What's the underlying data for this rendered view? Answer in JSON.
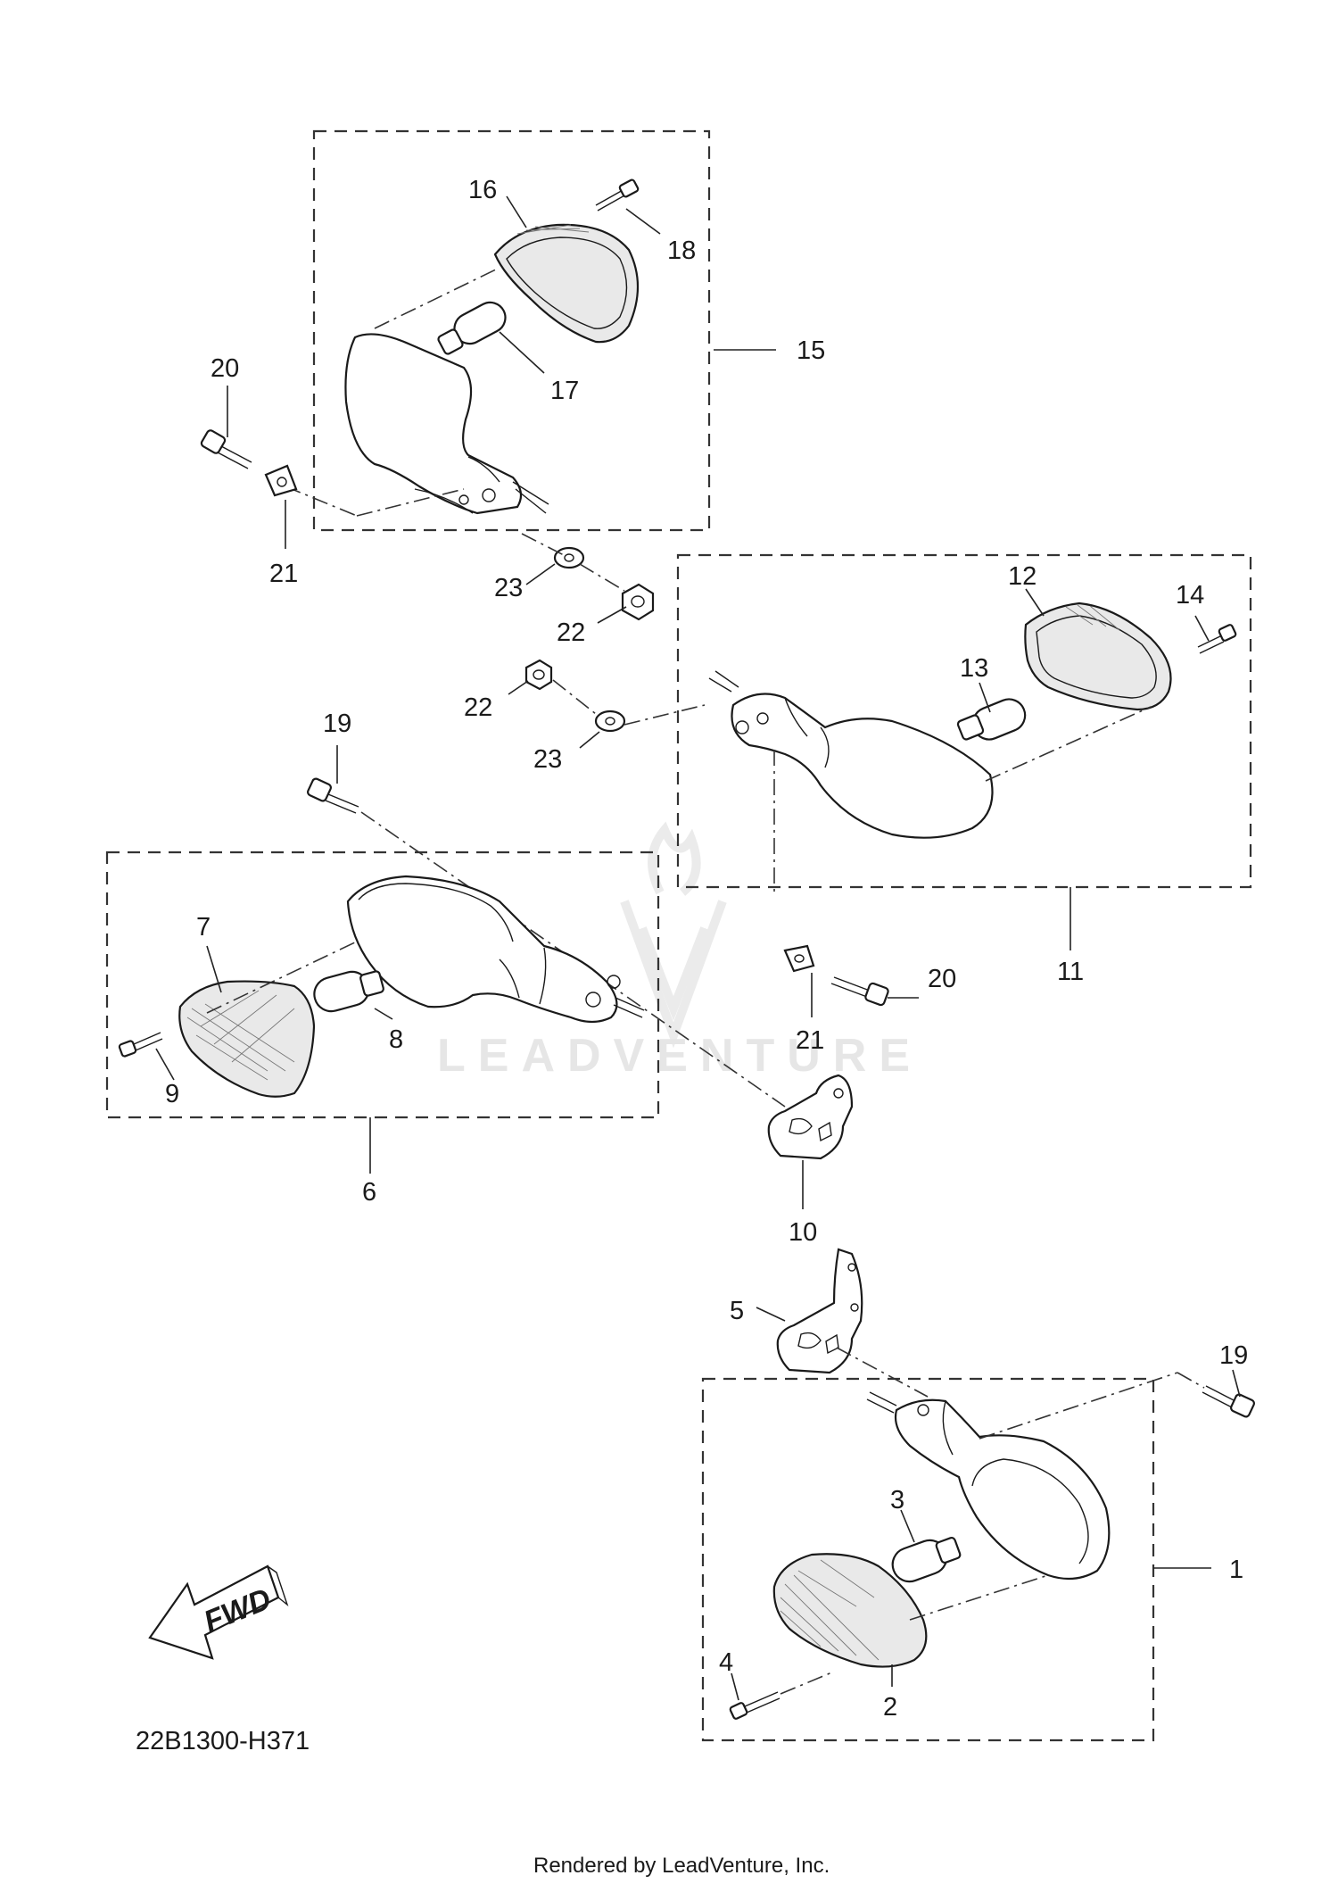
{
  "diagram": {
    "callouts": [
      {
        "id": "c1",
        "text": "1"
      },
      {
        "id": "c2",
        "text": "2"
      },
      {
        "id": "c3",
        "text": "3"
      },
      {
        "id": "c4",
        "text": "4"
      },
      {
        "id": "c5",
        "text": "5"
      },
      {
        "id": "c6",
        "text": "6"
      },
      {
        "id": "c7",
        "text": "7"
      },
      {
        "id": "c8",
        "text": "8"
      },
      {
        "id": "c9",
        "text": "9"
      },
      {
        "id": "c10",
        "text": "10"
      },
      {
        "id": "c11",
        "text": "11"
      },
      {
        "id": "c12",
        "text": "12"
      },
      {
        "id": "c13",
        "text": "13"
      },
      {
        "id": "c14",
        "text": "14"
      },
      {
        "id": "c15",
        "text": "15"
      },
      {
        "id": "c16",
        "text": "16"
      },
      {
        "id": "c17",
        "text": "17"
      },
      {
        "id": "c18",
        "text": "18"
      },
      {
        "id": "c19a",
        "text": "19"
      },
      {
        "id": "c19b",
        "text": "19"
      },
      {
        "id": "c20a",
        "text": "20"
      },
      {
        "id": "c20b",
        "text": "20"
      },
      {
        "id": "c21a",
        "text": "21"
      },
      {
        "id": "c21b",
        "text": "21"
      },
      {
        "id": "c22a",
        "text": "22"
      },
      {
        "id": "c22b",
        "text": "22"
      },
      {
        "id": "c23a",
        "text": "23"
      },
      {
        "id": "c23b",
        "text": "23"
      }
    ],
    "fwd_label": "FWD",
    "drawing_code": "22B1300-H371",
    "credit": "Rendered by LeadVenture, Inc.",
    "watermark": "LEADVENTURE"
  }
}
